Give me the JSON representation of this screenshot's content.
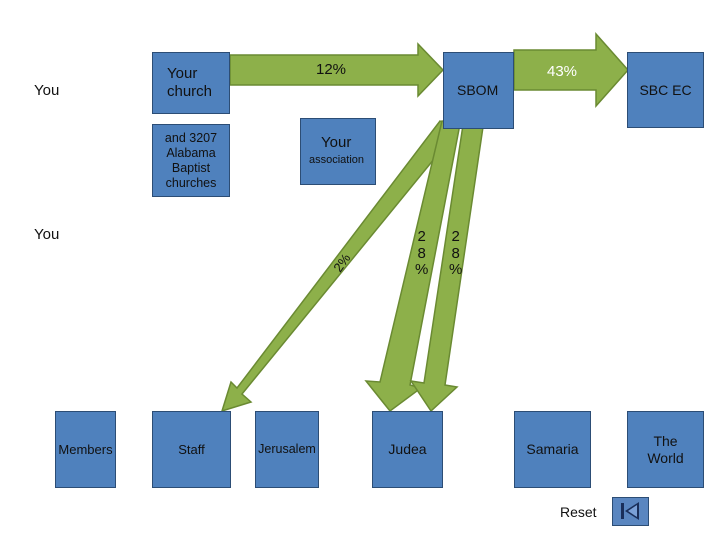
{
  "labels": {
    "you_top": "You",
    "you_mid": "You",
    "your_church": "Your\nchurch",
    "alabama": "and 3207\nAlabama\nBaptist\nchurches",
    "your": "Your",
    "association": "association",
    "sbom": "SBOM",
    "sbc_ec": "SBC EC",
    "members": "Members",
    "staff": "Staff",
    "jerusalem": "Jerusalem",
    "judea": "Judea",
    "samaria": "Samaria",
    "the_world": "The\nWorld",
    "reset": "Reset"
  },
  "arrow_labels": {
    "pct_12": "12%",
    "pct_43": "43%",
    "pct_2": "2%",
    "pct_28a": "2\n8\n%",
    "pct_28b": "2\n8\n%"
  },
  "colors": {
    "box_fill": "#4f81bd",
    "box_border": "#2c4d75",
    "arrow_fill": "#8db04a",
    "arrow_border": "#6a8a32"
  },
  "icons": {
    "reset": "skip-to-start-icon"
  }
}
